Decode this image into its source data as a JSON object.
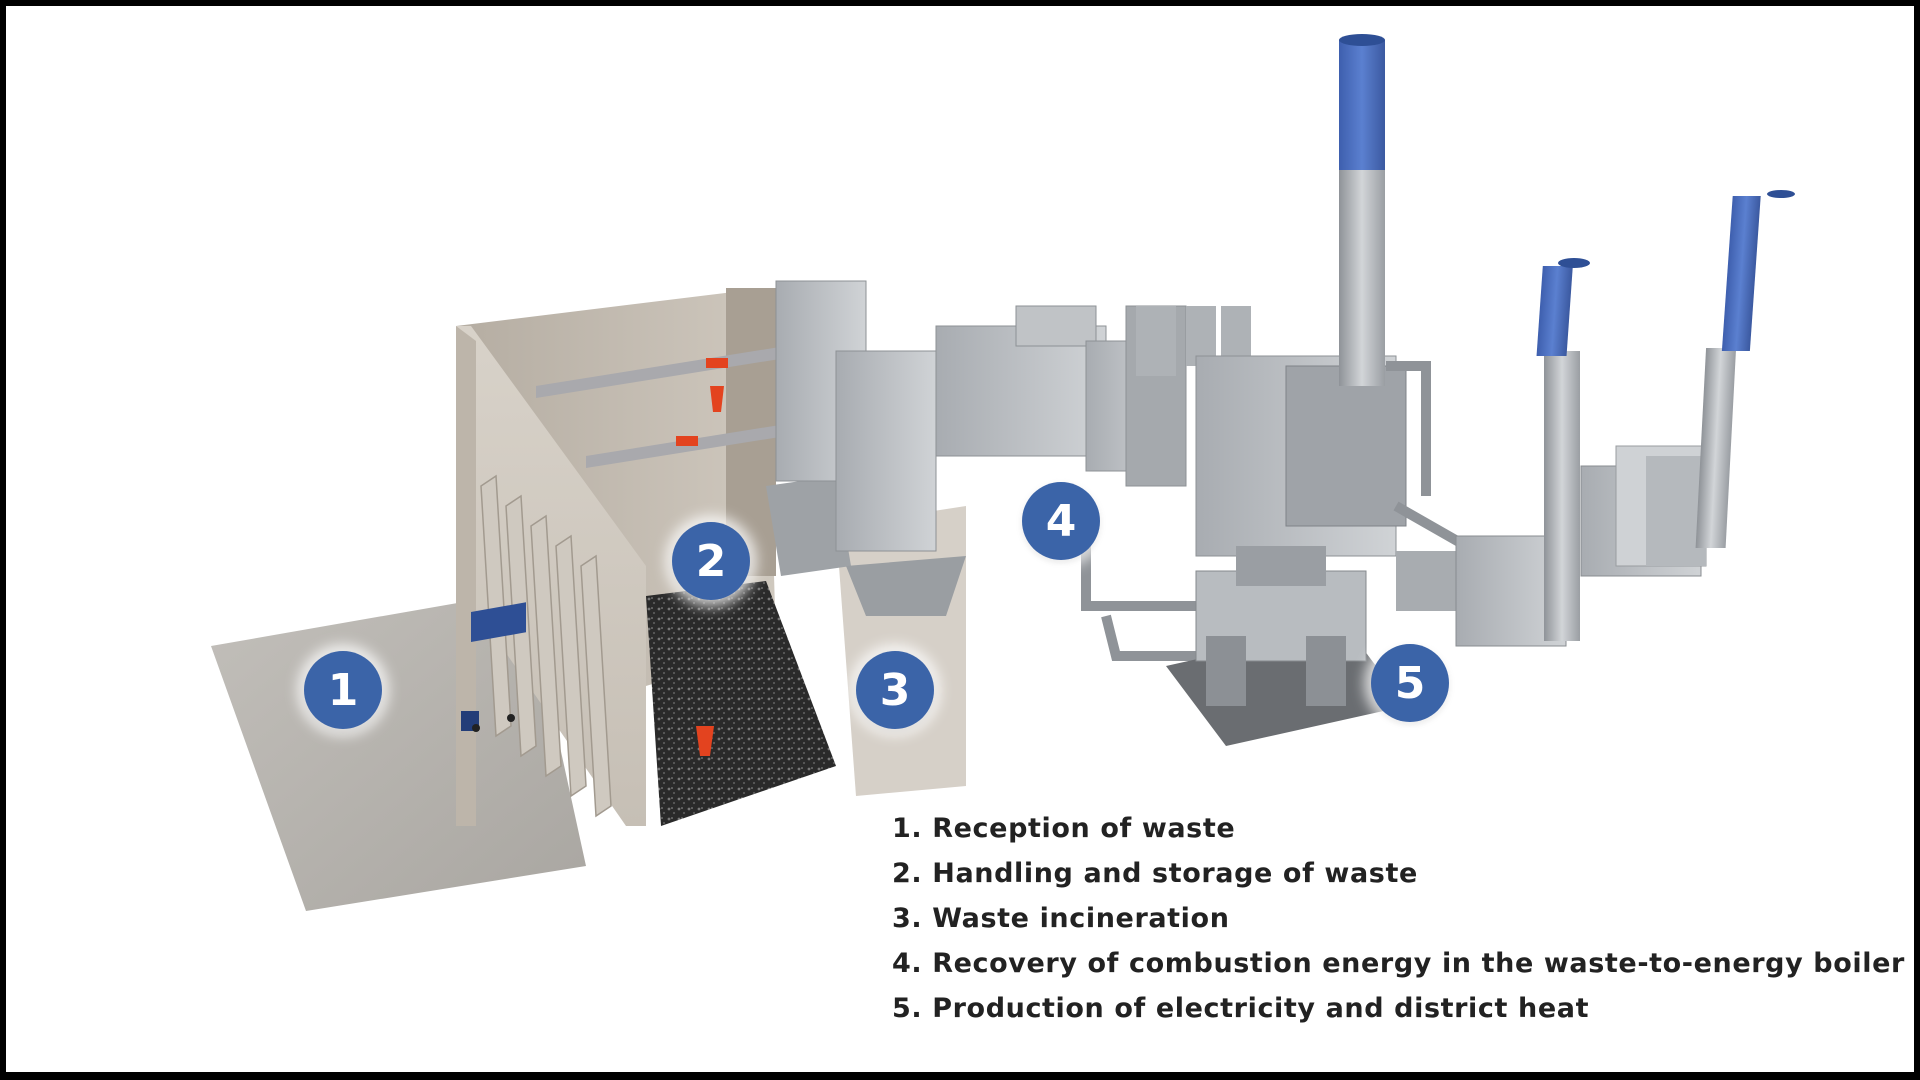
{
  "markers": [
    "1",
    "2",
    "3",
    "4",
    "5"
  ],
  "legend": [
    "1. Reception of waste",
    "2. Handling and storage of waste",
    "3. Waste incineration",
    "4. Recovery of combustion energy in the waste-to-energy boiler",
    "5. Production of electricity and district heat"
  ],
  "colors": {
    "marker": "#3b64a8",
    "stack_cap": "#4a6ec0",
    "concrete": "#c9c4bb",
    "steel": "#b8bcc0",
    "waste_pile": "#2b2b2b",
    "crane": "#e3431f"
  }
}
